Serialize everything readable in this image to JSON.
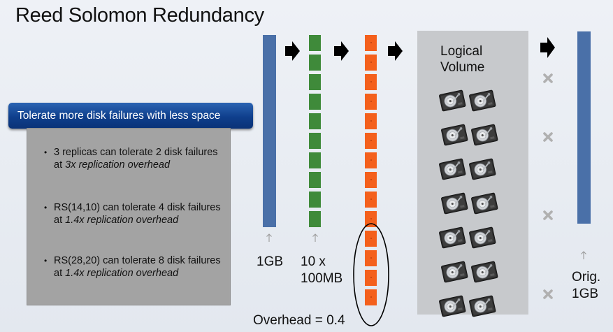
{
  "slide": {
    "title": "Reed Solomon Redundancy",
    "banner": "Tolerate more disk failures with less space",
    "bullets": [
      {
        "plain": "3 replicas can tolerate 2 disk failures at",
        "italic": "3x replication overhead"
      },
      {
        "plain": "RS(14,10) can tolerate 4 disk failures at",
        "italic": "1.4x replication overhead"
      },
      {
        "plain": "RS(28,20) can tolerate 8 disk failures at",
        "italic": "1.4x replication overhead"
      }
    ]
  },
  "diagram": {
    "original_label": "1GB",
    "chunks_label_line1": "10 x",
    "chunks_label_line2": "100MB",
    "overhead_label": "Overhead = 0.4",
    "volume_label": "Logical Volume",
    "restored_label_line1": "Orig.",
    "restored_label_line2": "1GB",
    "data_chunk_count": 10,
    "coded_chunk_count": 14,
    "parity_chunk_count": 4,
    "disk_count": 14,
    "failure_marks": 4,
    "colors": {
      "original_bar": "#4a70a8",
      "data_chunk": "#3f8a3a",
      "coded_chunk": "#f4601c",
      "banner": "#1a4f9e",
      "panel": "#a3a3a3",
      "failure_x": "#b0b0b0"
    },
    "icons": [
      "arrow-right-icon",
      "hard-disk-icon",
      "x-mark-icon",
      "up-arrow-icon"
    ]
  }
}
